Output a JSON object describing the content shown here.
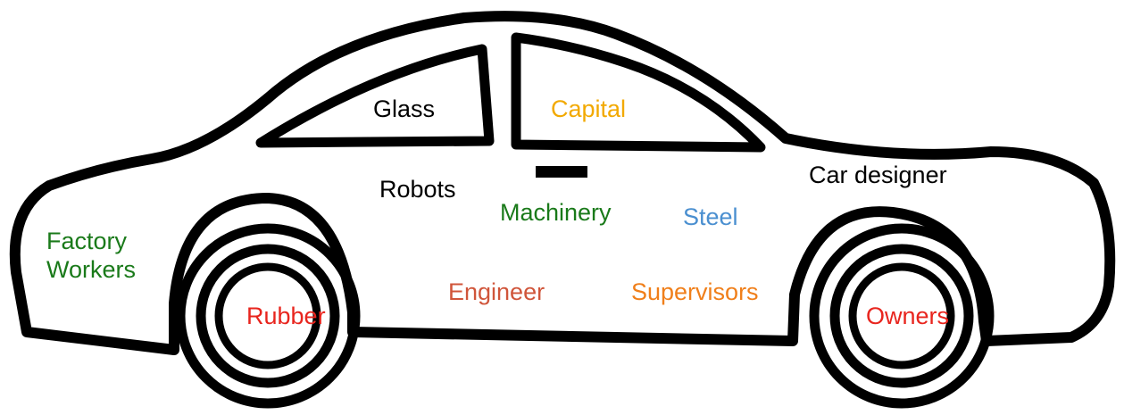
{
  "labels": {
    "glass": {
      "text": "Glass",
      "color": "#000000"
    },
    "capital": {
      "text": "Capital",
      "color": "#f2a900"
    },
    "robots": {
      "text": "Robots",
      "color": "#000000"
    },
    "machinery": {
      "text": "Machinery",
      "color": "#1a7a1a"
    },
    "steel": {
      "text": "Steel",
      "color": "#4a8fd0"
    },
    "car_designer": {
      "text": "Car designer",
      "color": "#000000"
    },
    "factory_workers": {
      "line1": "Factory",
      "line2": "Workers",
      "color": "#1a7a1a"
    },
    "engineer": {
      "text": "Engineer",
      "color": "#d0553a"
    },
    "supervisors": {
      "text": "Supervisors",
      "color": "#f07f1a"
    },
    "rubber": {
      "text": "Rubber",
      "color": "#e8251e"
    },
    "owners": {
      "text": "Owners",
      "color": "#e8251e"
    }
  }
}
